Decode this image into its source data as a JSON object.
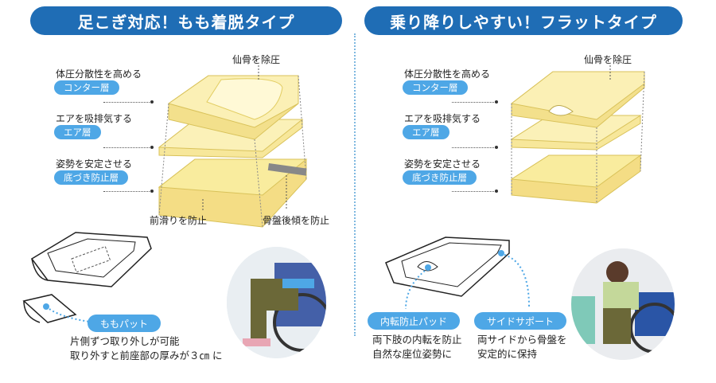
{
  "left": {
    "header": "足こぎ対応！もも着脱タイプ",
    "layers": [
      {
        "caption": "体圧分散性を高める",
        "chip": "コンター層"
      },
      {
        "caption": "エアを吸排気する",
        "chip": "エア層"
      },
      {
        "caption": "姿勢を安定させる",
        "chip": "底づき防止層"
      }
    ],
    "callouts": {
      "sacrum": "仙骨を除圧",
      "front_slip": "前滑りを防止",
      "pelvis": "骨盤後傾を防止"
    },
    "feature_chip": "ももパット",
    "description_lines": [
      "片側ずつ取り外しが可能",
      "取り外すと前座部の厚みが３㎝ に"
    ]
  },
  "right": {
    "header": "乗り降りしやすい！フラットタイプ",
    "layers": [
      {
        "caption": "体圧分散性を高める",
        "chip": "コンター層"
      },
      {
        "caption": "エアを吸排気する",
        "chip": "エア層"
      },
      {
        "caption": "姿勢を安定させる",
        "chip": "底づき防止層"
      }
    ],
    "callouts": {
      "sacrum": "仙骨を除圧"
    },
    "feature_chips": [
      {
        "label": "内転防止パッド",
        "lines": [
          "両下肢の内転を防止",
          "自然な座位姿勢に"
        ]
      },
      {
        "label": "サイドサポート",
        "lines": [
          "両サイドから骨盤を",
          "安定的に保持"
        ]
      }
    ]
  },
  "colors": {
    "header_blue": "#1f6db5",
    "chip_blue": "#4ea7e6",
    "cushion_yellow": "#f7e99a",
    "cushion_edge": "#e2cd62"
  }
}
